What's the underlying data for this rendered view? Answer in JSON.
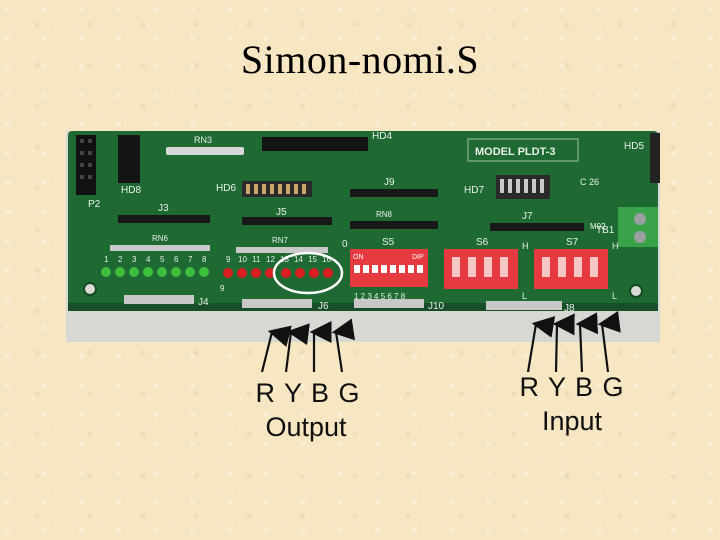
{
  "title": "Simon-nomi.S",
  "board": {
    "labels": {
      "rn3": "RN3",
      "hd4": "HD4",
      "model": "MODEL PLDT-3",
      "hd5": "HD5",
      "hd8": "HD8",
      "p2": "P2",
      "hd6": "HD6",
      "j9": "J9",
      "hd7": "HD7",
      "j3": "J3",
      "j5": "J5",
      "rn8": "RN8",
      "j7": "J7",
      "tb1": "TB1",
      "rn6": "RN6",
      "rn7": "RN7",
      "s5": "S5",
      "s6": "S6",
      "s7": "S7",
      "on": "ON",
      "dip": "DIP",
      "dip_numbers": "1 2 3 4 5 6 7 8",
      "j4": "J4",
      "j6": "J6",
      "j10": "J10",
      "j8": "J8",
      "h_left": "H",
      "h_right": "H",
      "l_left": "L",
      "l_right": "L",
      "zero": "0",
      "nine": "9",
      "osc": "C 26",
      "m02": "M02",
      "led_numbers": [
        "1",
        "2",
        "3",
        "4",
        "5",
        "6",
        "7",
        "8",
        "9",
        "10",
        "11",
        "12",
        "13",
        "14",
        "15",
        "16"
      ]
    },
    "led_colors": {
      "green": "#3fbf3f",
      "red": "#d81e1e"
    },
    "pcb_color": "#1f6a33",
    "switch_color": "#e53b40"
  },
  "captions": {
    "output": {
      "colors": "R Y B G",
      "label": "Output"
    },
    "input": {
      "colors": "R Y B G",
      "label": "Input"
    }
  }
}
